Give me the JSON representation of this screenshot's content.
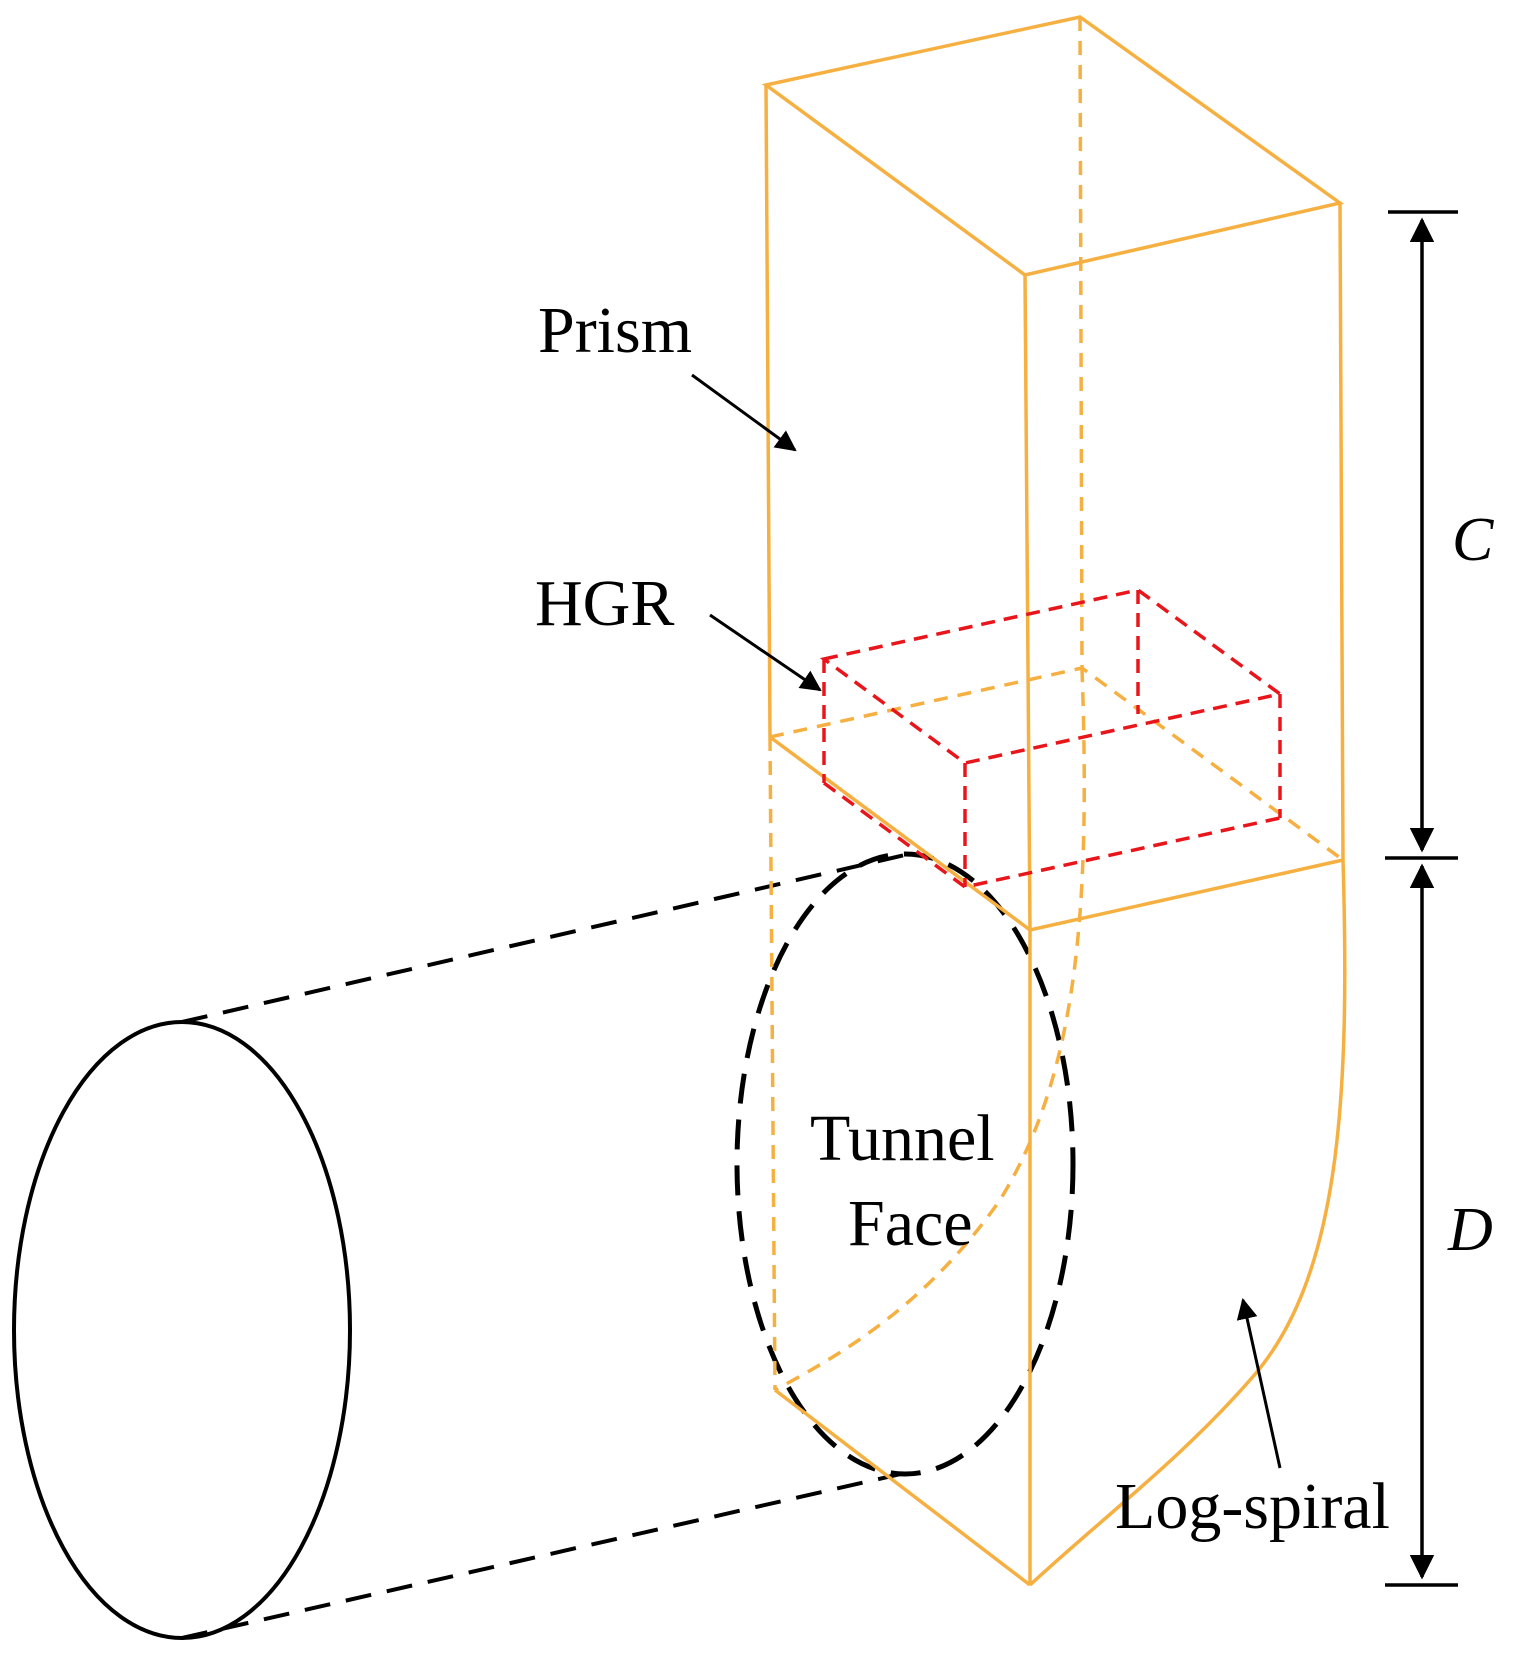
{
  "labels": {
    "prism": "Prism",
    "hgr": "HGR",
    "tunnel_face_line1": "Tunnel",
    "tunnel_face_line2": "Face",
    "log_spiral": "Log-spiral",
    "dim_c": "C",
    "dim_d": "D"
  },
  "colors": {
    "prism_lines": "#F5B041",
    "hgr_lines": "#E8161B",
    "tunnel_lines": "#000000",
    "arrows": "#000000"
  }
}
